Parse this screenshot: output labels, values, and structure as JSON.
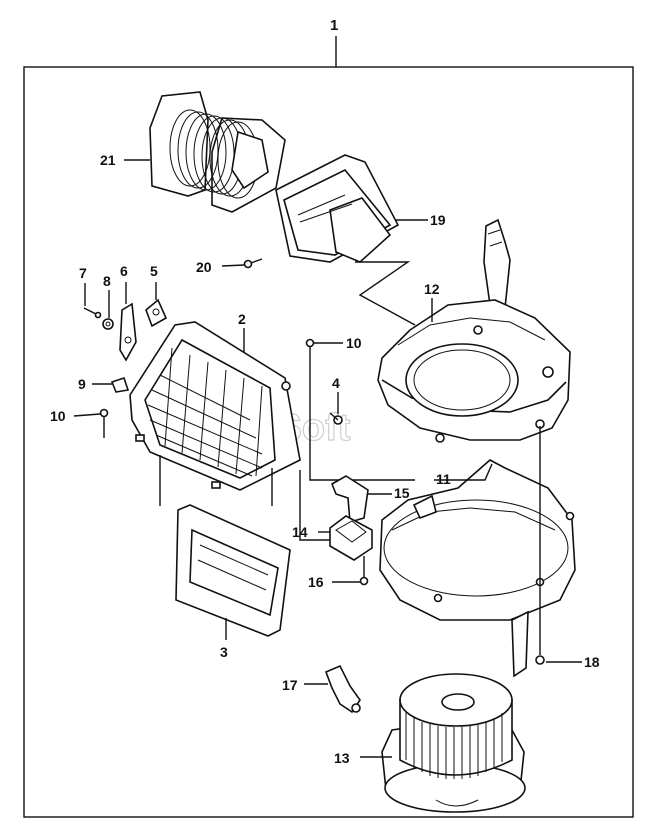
{
  "diagram": {
    "assembly_label": "1",
    "watermark": "AutoSoft",
    "part_labels": {
      "p2": "2",
      "p3": "3",
      "p4": "4",
      "p5": "5",
      "p6": "6",
      "p7": "7",
      "p8": "8",
      "p9": "9",
      "p10a": "10",
      "p10b": "10",
      "p11": "11",
      "p12": "12",
      "p13": "13",
      "p14": "14",
      "p15": "15",
      "p16": "16",
      "p17": "17",
      "p18": "18",
      "p19": "19",
      "p20": "20",
      "p21": "21"
    }
  }
}
